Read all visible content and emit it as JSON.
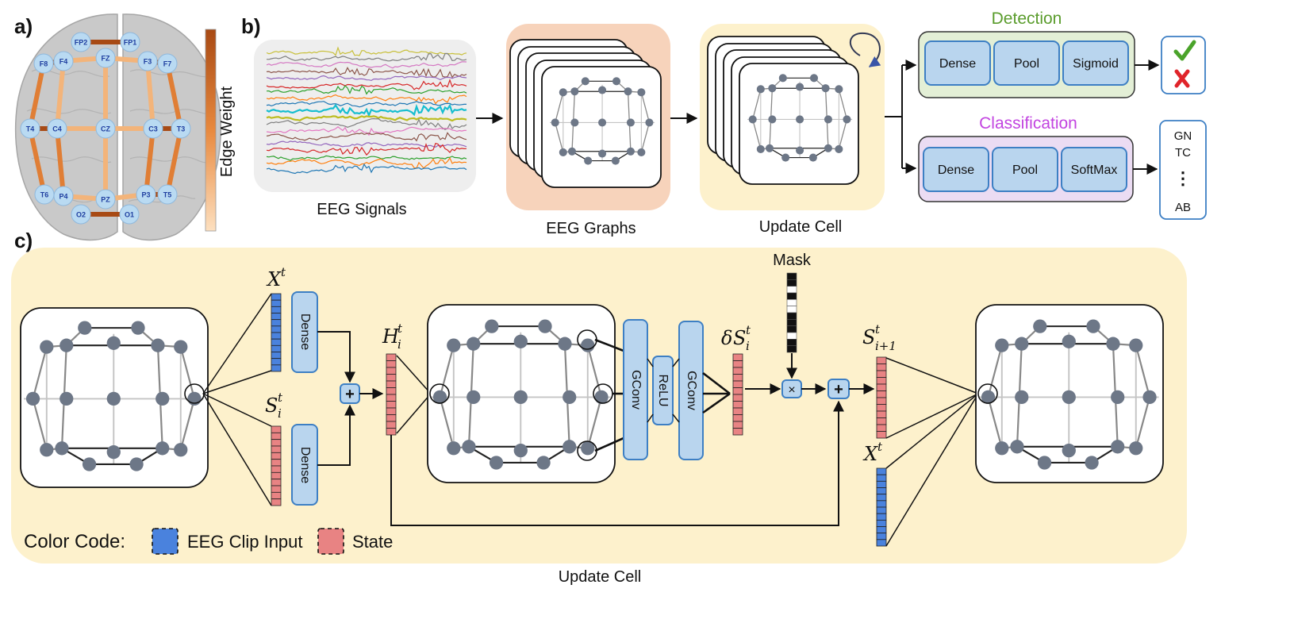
{
  "panels": {
    "a": "a)",
    "b": "b)",
    "c": "c)"
  },
  "panel_a": {
    "colorbar_label": "Edge Weight",
    "electrodes": [
      "FP2",
      "FP1",
      "F8",
      "F4",
      "FZ",
      "F3",
      "F7",
      "T4",
      "C4",
      "CZ",
      "C3",
      "T3",
      "T6",
      "P4",
      "PZ",
      "P3",
      "T5",
      "O2",
      "O1"
    ]
  },
  "panel_b": {
    "eeg_signals_caption": "EEG Signals",
    "eeg_graphs_caption": "EEG Graphs",
    "update_cell_caption": "Update Cell",
    "detection": {
      "title": "Detection",
      "blocks": [
        "Dense",
        "Pool",
        "Sigmoid"
      ]
    },
    "classification": {
      "title": "Classification",
      "blocks": [
        "Dense",
        "Pool",
        "SoftMax"
      ]
    },
    "class_labels": {
      "top1": "GN",
      "top2": "TC",
      "dots": "⋮",
      "bottom": "AB"
    }
  },
  "panel_c": {
    "mask_label": "Mask",
    "dense_label": "Dense",
    "gconv_label": "GConv",
    "relu_label": "ReLU",
    "plus_symbol": "+",
    "times_symbol": "×",
    "symbols": {
      "x_base": "X",
      "s_base": "S",
      "h_base": "H",
      "delta": "δ",
      "sup_t": "t",
      "sub_i": "i",
      "sub_i1": "i+1"
    },
    "caption": "Update Cell",
    "legend": {
      "title": "Color Code:",
      "input": "EEG Clip Input",
      "state": "State"
    }
  },
  "colors": {
    "panel_bg": "#fdf1cc",
    "graphs_bg": "#f7d3bb",
    "block_fill": "#b9d5ee",
    "block_stroke": "#3d7fc4",
    "input_blue": "#4a82dd",
    "state_red": "#e88383",
    "node": "#6d7787",
    "detection_title": "#5a9c2c",
    "classification_title": "#c244e0"
  }
}
